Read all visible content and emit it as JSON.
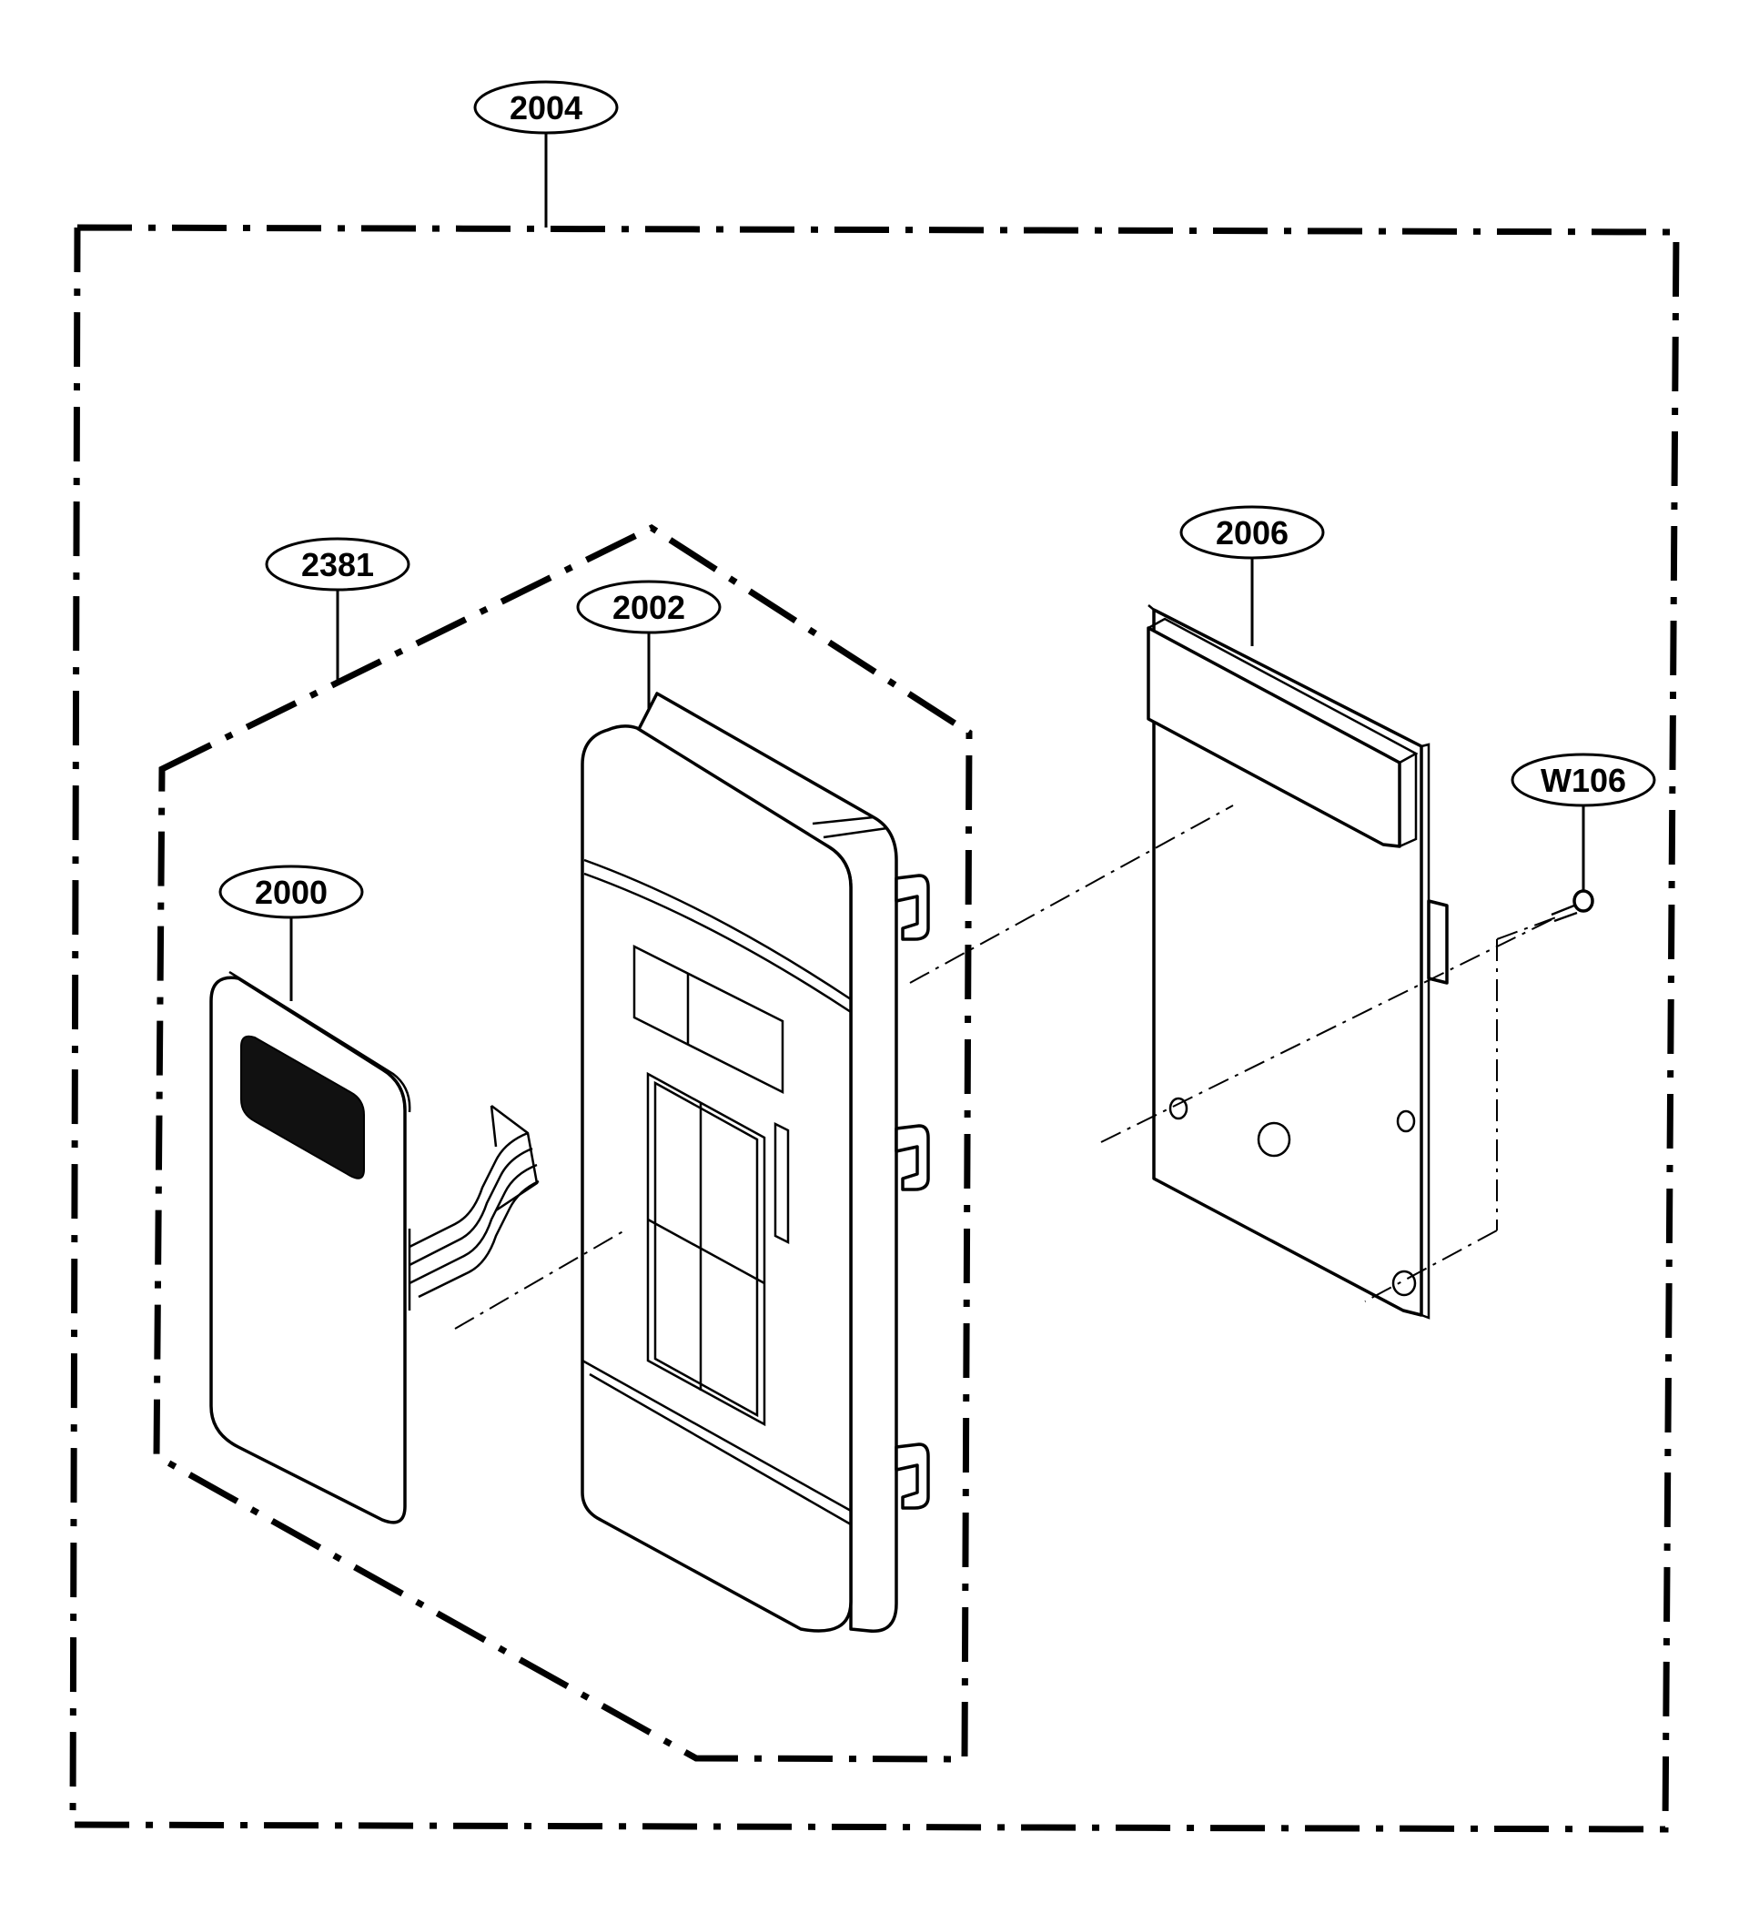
{
  "diagram": {
    "callouts": {
      "c2004": "2004",
      "c2381": "2381",
      "c2002": "2002",
      "c2000": "2000",
      "c2006": "2006",
      "cW106": "W106"
    }
  }
}
